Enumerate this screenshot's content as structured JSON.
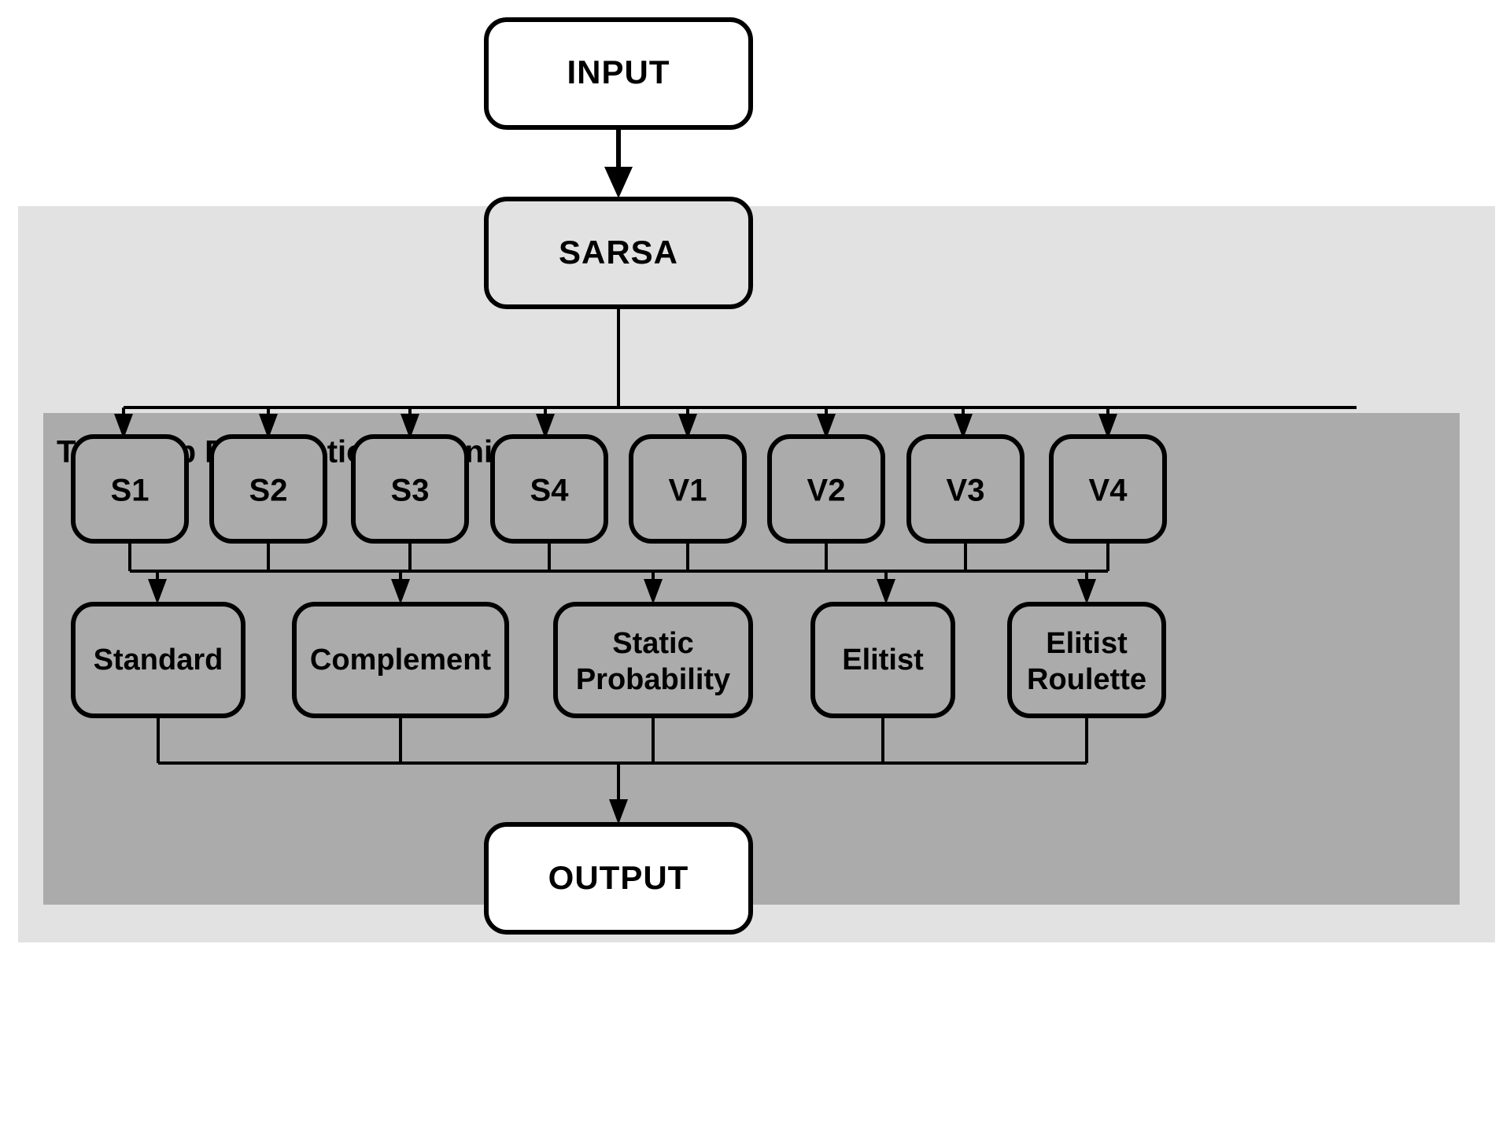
{
  "diagram": {
    "title_visible": false,
    "colors": {
      "background": "#ffffff",
      "outer_panel": "#e2e2e2",
      "inner_panel": "#ababab",
      "stroke": "#000000",
      "node_white_fill": "#ffffff",
      "node_light_fill": "#e2e2e2",
      "node_gray_fill": "#ababab"
    },
    "input_node": {
      "label": "INPUT"
    },
    "algorithm_node": {
      "label": "SARSA"
    },
    "inner_panel": {
      "title": "Two-Step Binarization Technique"
    },
    "transfer_functions": [
      {
        "id": "s1",
        "label": "S1"
      },
      {
        "id": "s2",
        "label": "S2"
      },
      {
        "id": "s3",
        "label": "S3"
      },
      {
        "id": "s4",
        "label": "S4"
      },
      {
        "id": "v1",
        "label": "V1"
      },
      {
        "id": "v2",
        "label": "V2"
      },
      {
        "id": "v3",
        "label": "V3"
      },
      {
        "id": "v4",
        "label": "V4"
      }
    ],
    "binarization_rules": [
      {
        "id": "standard",
        "line1": "Standard",
        "line2": ""
      },
      {
        "id": "complement",
        "line1": "Complement",
        "line2": ""
      },
      {
        "id": "static-probability",
        "line1": "Static",
        "line2": "Probability"
      },
      {
        "id": "elitist",
        "line1": "Elitist",
        "line2": ""
      },
      {
        "id": "elitist-roulette",
        "line1": "Elitist",
        "line2": "Roulette"
      }
    ],
    "output_node": {
      "label": "OUTPUT"
    }
  }
}
